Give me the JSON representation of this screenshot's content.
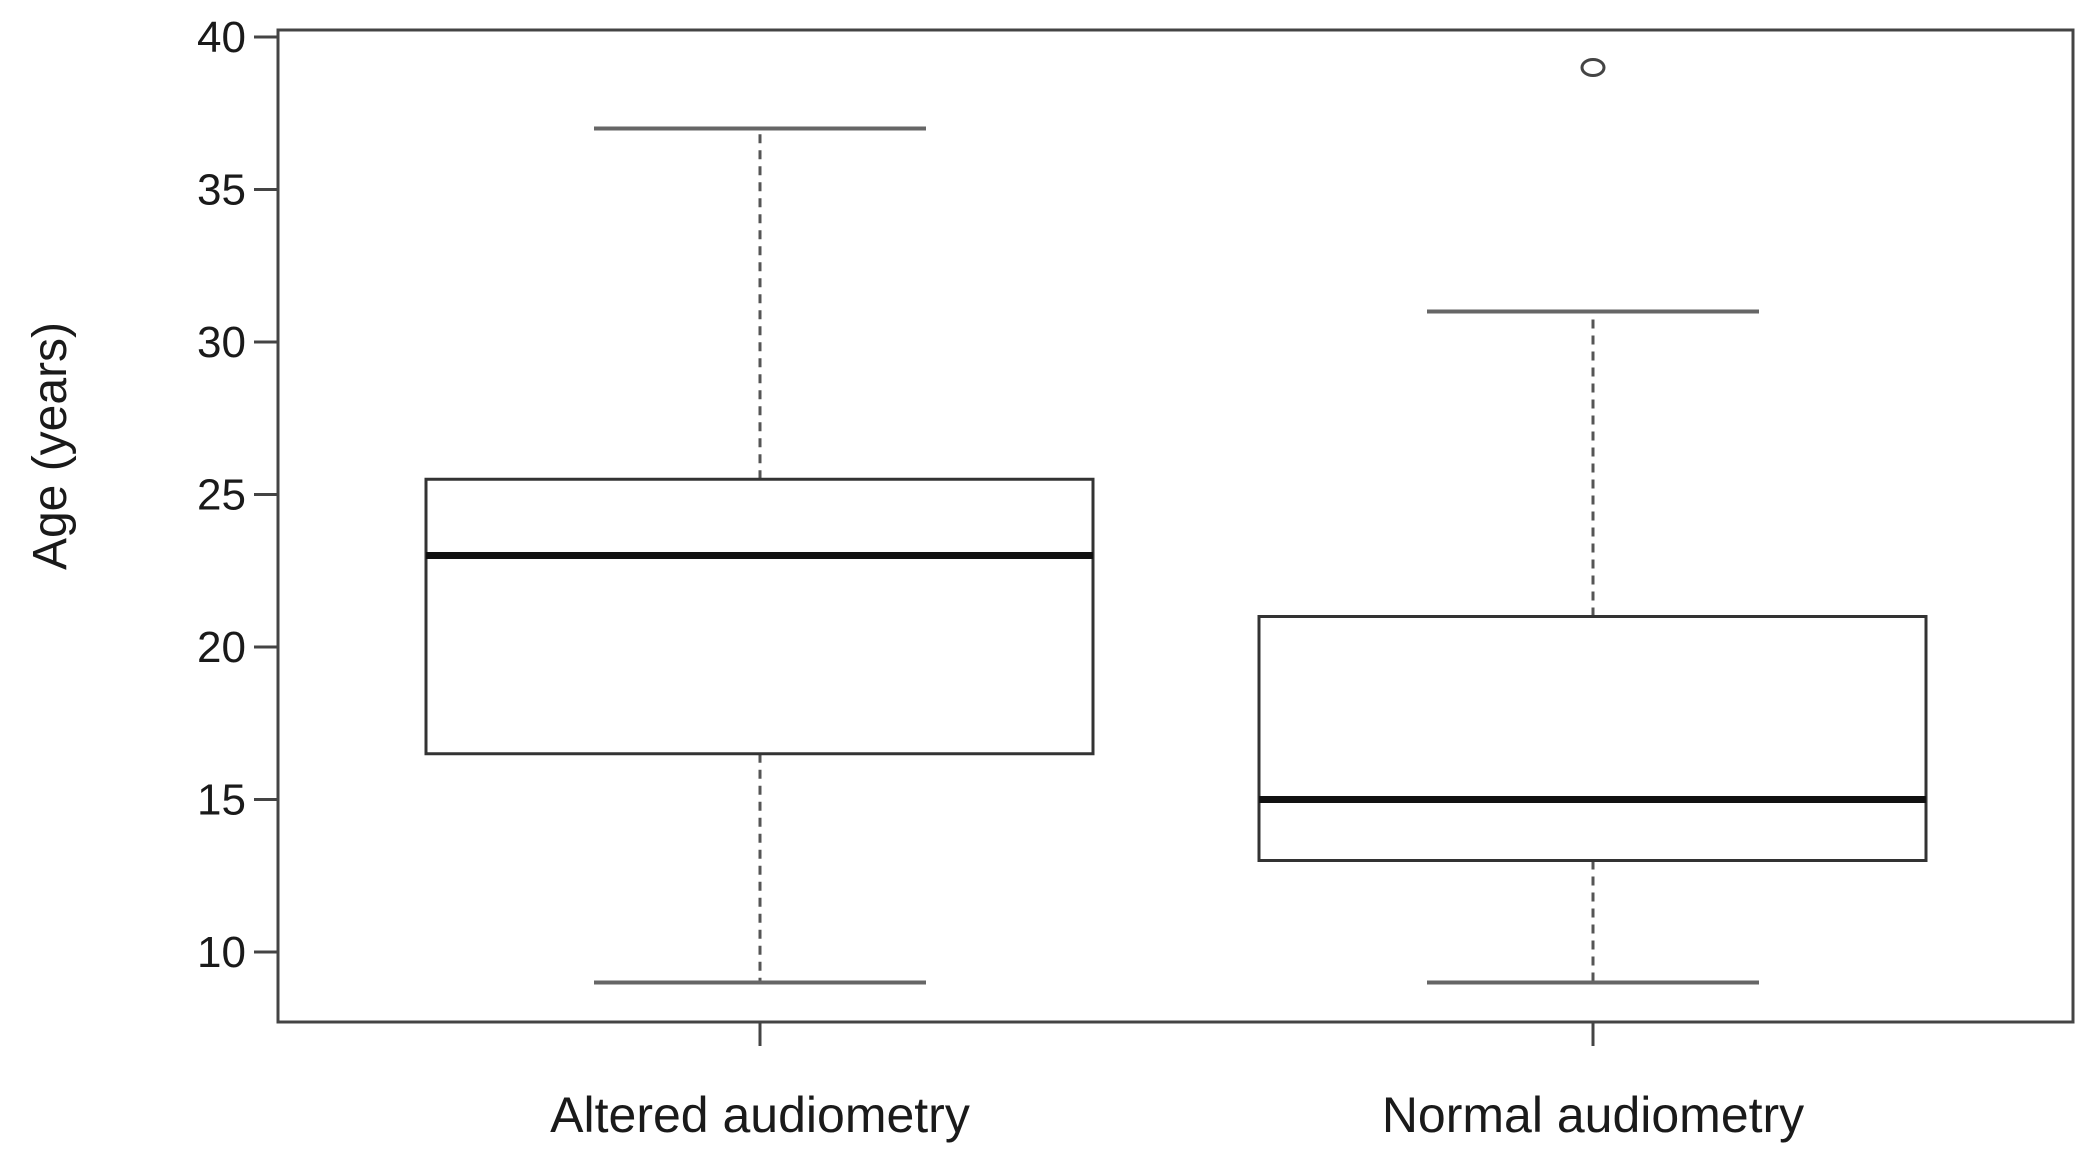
{
  "chart_data": {
    "type": "boxplot",
    "title": "",
    "xlabel": "",
    "ylabel": "Age (years)",
    "ylim": [
      8,
      41
    ],
    "yticks": [
      10,
      15,
      20,
      25,
      30,
      35,
      40
    ],
    "ytick_labels": [
      "10",
      "15",
      "20",
      "25",
      "30",
      "35",
      "40"
    ],
    "grid": false,
    "legend": "none",
    "categories": [
      "Altered audiometry",
      "Normal audiometry"
    ],
    "boxes": [
      {
        "category": "Altered audiometry",
        "whisker_low": 9,
        "q1": 16.5,
        "median": 23,
        "q3": 25.5,
        "whisker_high": 37,
        "outliers": []
      },
      {
        "category": "Normal audiometry",
        "whisker_low": 9,
        "q1": 13,
        "median": 15,
        "q3": 21,
        "whisker_high": 31,
        "outliers": [
          39
        ]
      }
    ]
  }
}
